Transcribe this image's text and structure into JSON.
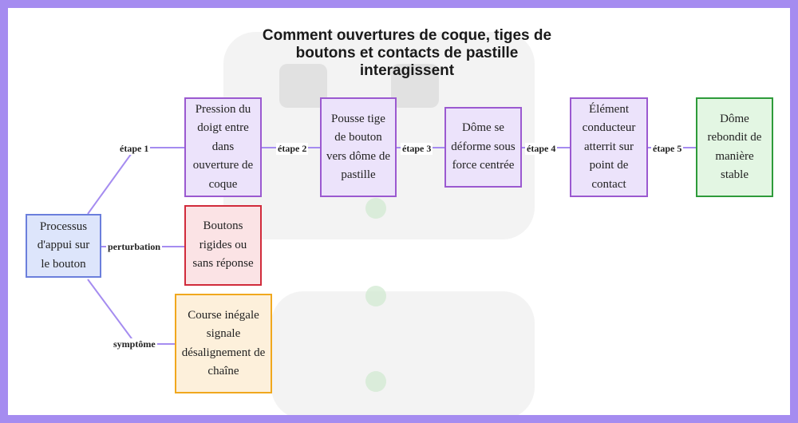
{
  "title": "Comment ouvertures de coque, tiges de boutons et contacts de pastille interagissent",
  "colors": {
    "frame": "#a58cf0",
    "edge": "#a58cf0",
    "process_fill": "#ece3fb",
    "process_border": "#9b59d0",
    "start_fill": "#dde5fb",
    "fault_border": "#d12b3b",
    "symptom_border": "#f0a81e",
    "end_border": "#2e9b3a"
  },
  "nodes": {
    "start": "Processus d'appui sur le bouton",
    "step1": "Pression du doigt entre dans ouverture de coque",
    "step2": "Pousse tige de bouton vers dôme de pastille",
    "step3": "Dôme se déforme sous force centrée",
    "step4": "Élément conducteur atterrit sur point de contact",
    "step5": "Dôme rebondit de manière stable",
    "fault": "Boutons rigides ou sans réponse",
    "symptom": "Course inégale signale désalignement de chaîne"
  },
  "edges": {
    "e1": "étape 1",
    "e2": "étape 2",
    "e3": "étape 3",
    "e4": "étape 4",
    "e5": "étape 5",
    "perturbation": "perturbation",
    "symptome": "symptôme"
  }
}
